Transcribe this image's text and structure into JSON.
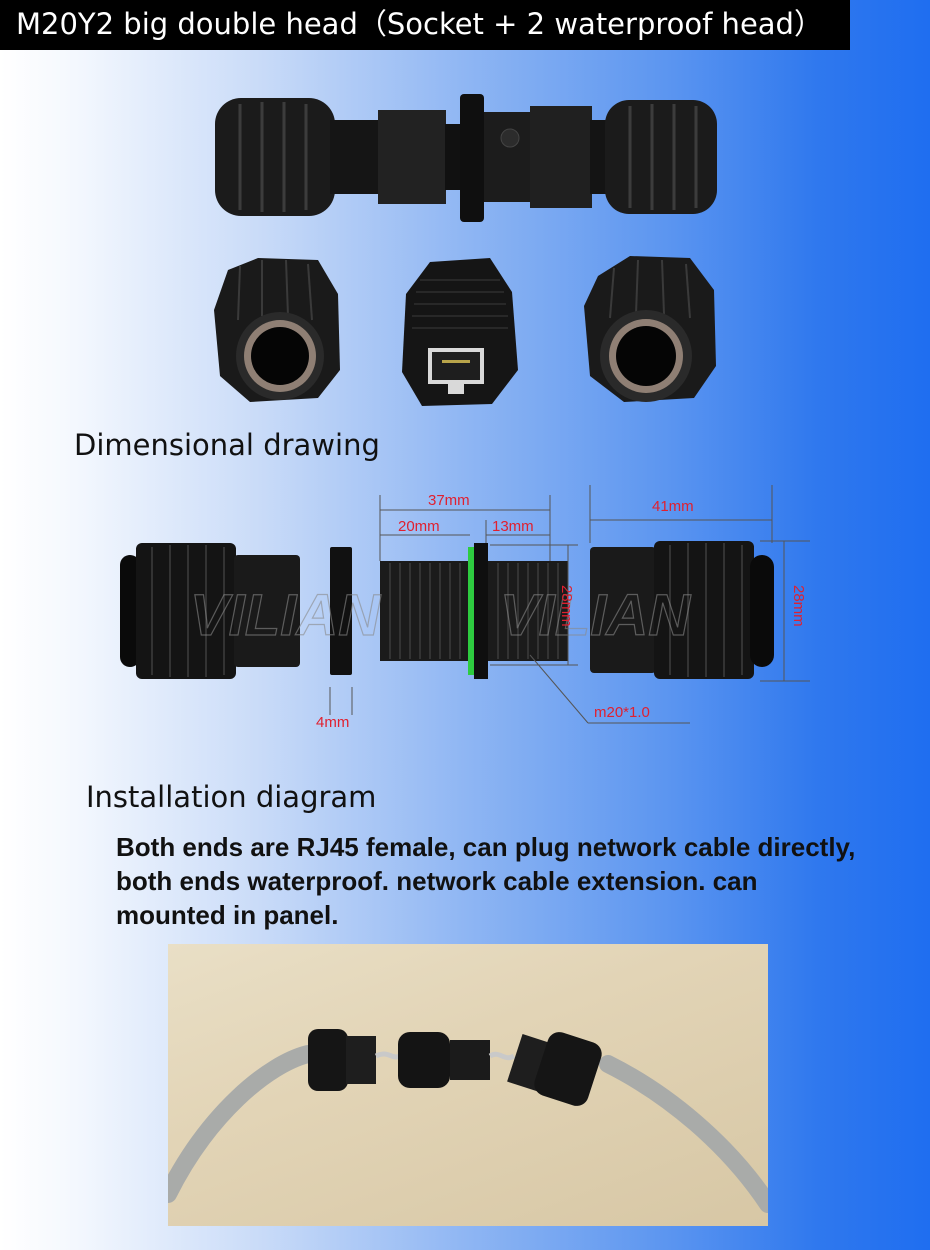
{
  "title": "M20Y2 big double head（Socket + 2 waterproof head）",
  "sections": {
    "dimensional_heading": "Dimensional drawing",
    "installation_heading": "Installation diagram"
  },
  "dimensions": {
    "total_length": "37mm",
    "part_a": "20mm",
    "part_b": "13mm",
    "height_left": "28mm",
    "cap_length": "41mm",
    "height_right": "28mm",
    "nut_thickness": "4mm",
    "thread": "m20*1.0"
  },
  "watermark": "VILIAN",
  "description": {
    "line1": "Both ends are RJ45 female, can plug network cable directly,",
    "line2": "both ends waterproof.  network cable extension.   can",
    "line3": "mounted in panel."
  },
  "colors": {
    "title_bg": "#000000",
    "dimension_text": "#e0202f",
    "green_seal": "#2ecc40",
    "cable": "#a9aba9"
  }
}
